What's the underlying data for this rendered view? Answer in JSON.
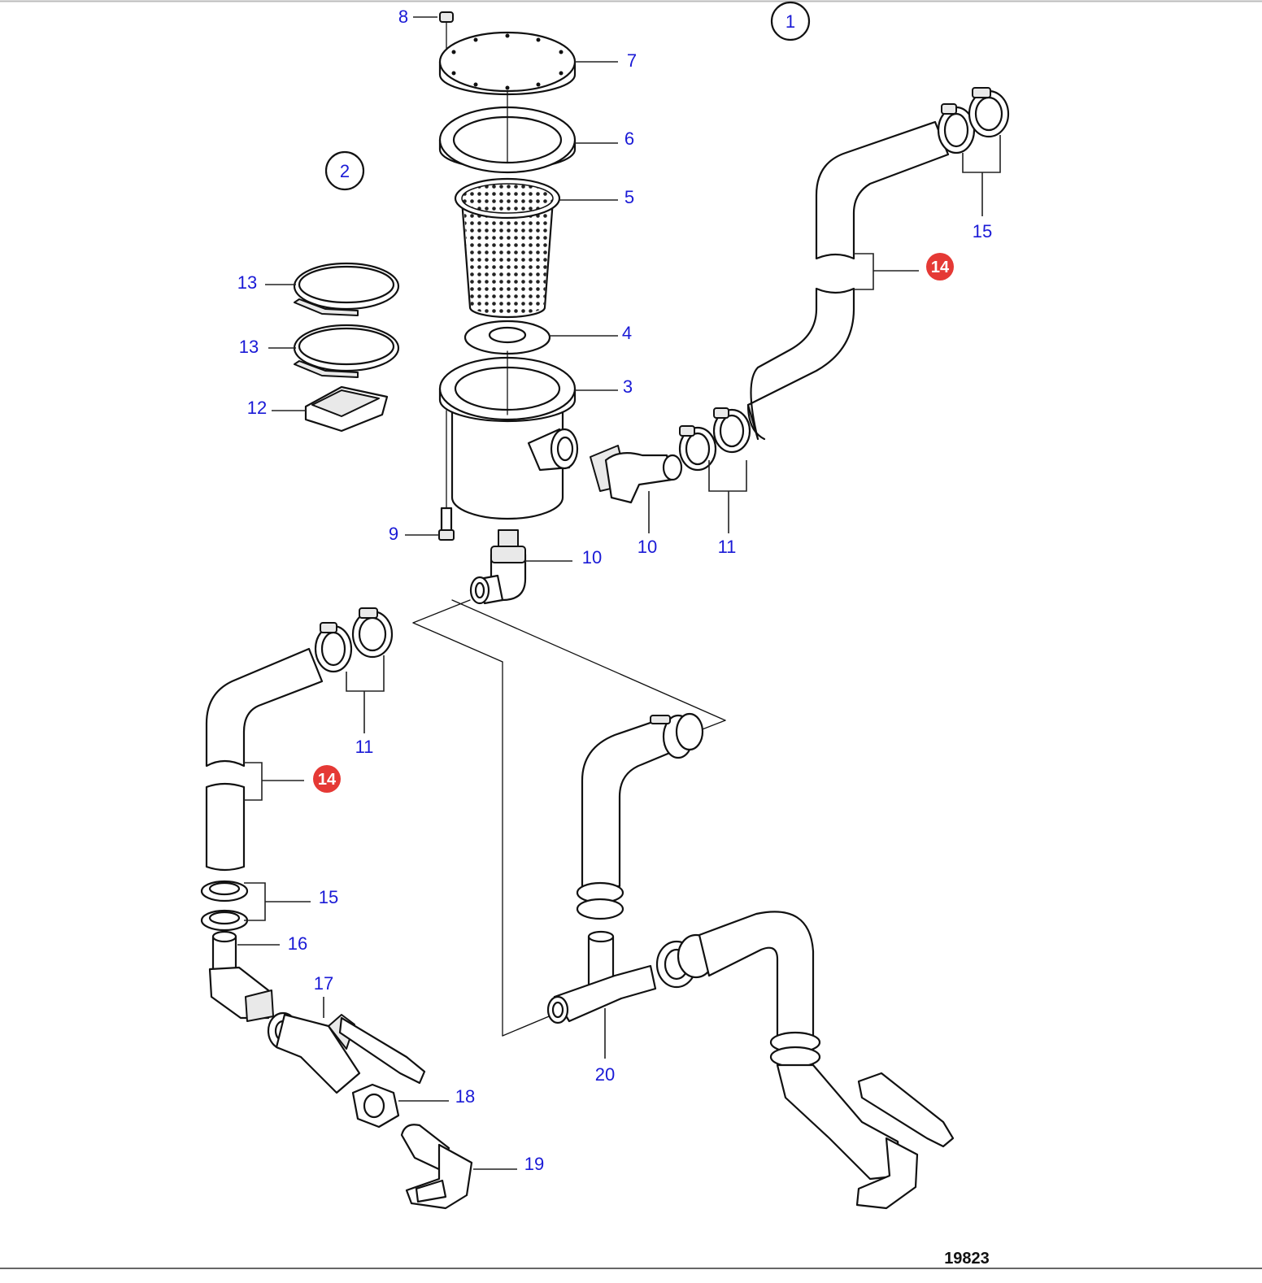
{
  "figure_number": "19823",
  "colors": {
    "callout": "#1a1ad6",
    "highlight": "#e53935",
    "line": "#111111"
  },
  "view_markers": {
    "view1": "1",
    "view2": "2"
  },
  "callouts": {
    "p3": "3",
    "p4": "4",
    "p5": "5",
    "p6": "6",
    "p7": "7",
    "p8": "8",
    "p9": "9",
    "p10a": "10",
    "p10b": "10",
    "p11a": "11",
    "p11b": "11",
    "p12": "12",
    "p13a": "13",
    "p13b": "13",
    "p14a": "14",
    "p14b": "14",
    "p15a": "15",
    "p15b": "15",
    "p16": "16",
    "p17": "17",
    "p18": "18",
    "p19": "19",
    "p20": "20"
  }
}
